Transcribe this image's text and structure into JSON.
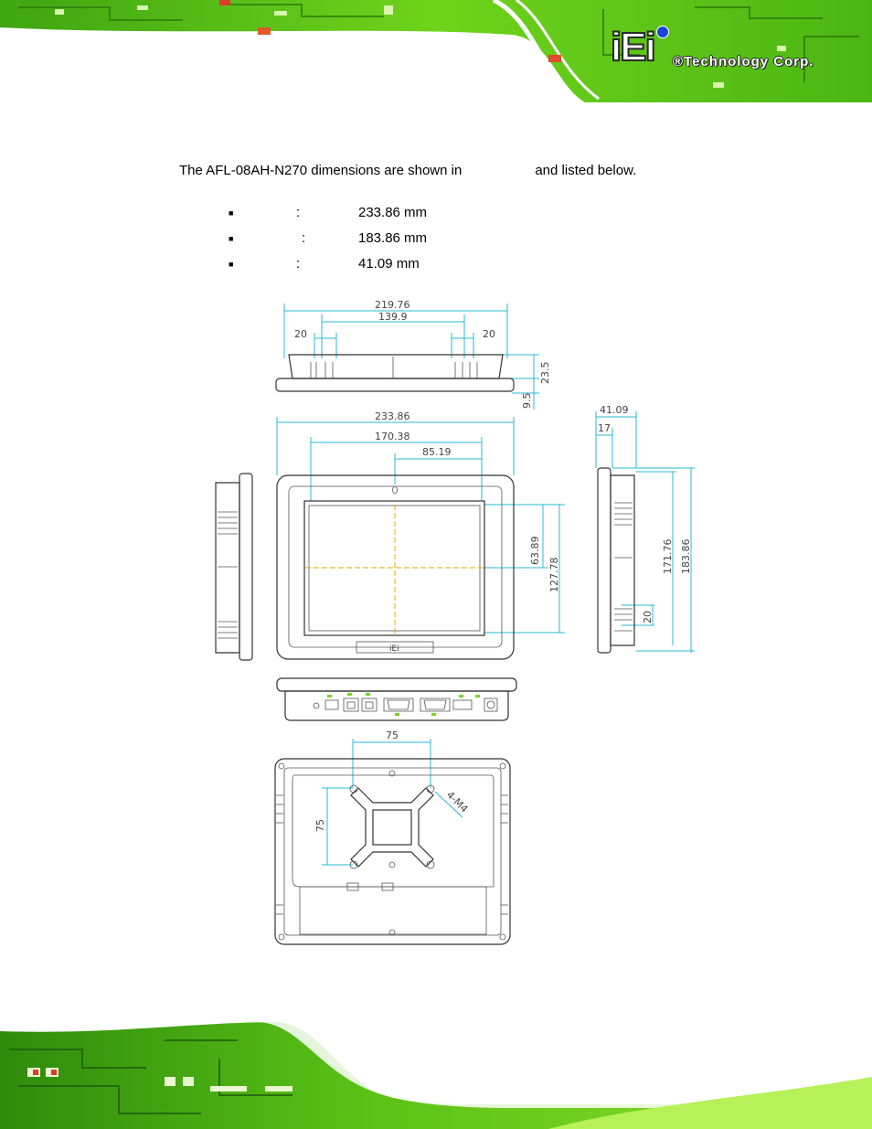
{
  "header": {
    "logo_text": "®Technology Corp.",
    "logo_mark": "iEi"
  },
  "intro": {
    "text_before": "The AFL-08AH-N270 dimensions are shown in",
    "text_after": "and listed below."
  },
  "specs": [
    {
      "label": "",
      "value": "233.86 mm"
    },
    {
      "label": "",
      "value": "183.86 mm"
    },
    {
      "label": "",
      "value": "41.09 mm"
    }
  ],
  "drawing": {
    "top_view": {
      "overall": "219.76",
      "inner": "139.9",
      "left": "20",
      "right": "20",
      "height": "23.5",
      "base": "9.5"
    },
    "front_view": {
      "width": "233.86",
      "screen": "170.38",
      "half": "85.19",
      "v_half": "63.89",
      "v_screen": "127.78"
    },
    "side_view": {
      "depth": "41.09",
      "bezel": "17",
      "height_inner": "171.76",
      "height_total": "183.86",
      "bottom": "20"
    },
    "rear_view": {
      "vesa_h": "75",
      "vesa_v": "75",
      "screw": "4-M4"
    },
    "front_logo": "iEi"
  },
  "colors": {
    "dimension_line": "#29b8d6",
    "center_line": "#e0a800",
    "accent_green": "#7ad61c"
  }
}
